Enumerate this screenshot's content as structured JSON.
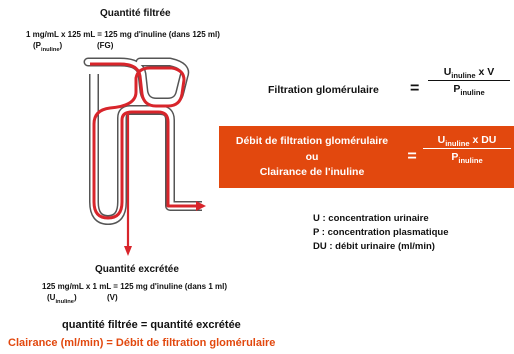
{
  "top": {
    "title": "Quantité filtrée",
    "equation": "1 mg/mL x 125 mL = 125 mg d'inuline (dans 125 ml)",
    "label_p_main": "P",
    "label_p_sub": "inuline",
    "label_fg": "(FG)"
  },
  "bottom": {
    "title": "Quantité excrétée",
    "equation": "125 mg/mL x 1 mL = 125 mg d'inuline (dans 1 ml)",
    "label_u_main": "U",
    "label_u_sub": "inuline",
    "label_v": "(V)"
  },
  "formula1": {
    "label": "Filtration glomérulaire",
    "equals": "=",
    "num_main": "U",
    "num_sub": "inuline",
    "num_rest": " x  V",
    "den_main": "P",
    "den_sub": "inuline"
  },
  "formula2": {
    "line1": "Débit de filtration glomérulaire",
    "line2": "ou",
    "line3": "Clairance de l'inuline",
    "equals": "=",
    "num_main": "U",
    "num_sub": "inuline",
    "num_rest": " x DU",
    "den_main": "P",
    "den_sub": "inuline"
  },
  "legend": [
    "U : concentration urinaire",
    "P : concentration plasmatique",
    "DU : débit urinaire (ml/min)"
  ],
  "summary": {
    "line1": "quantité filtrée = quantité excrétée",
    "line2": "Clairance (ml/min) = Débit de filtration glomérulaire"
  },
  "colors": {
    "accent": "#e2480e",
    "arrow": "#d8252b",
    "tubule_outline": "#555555"
  }
}
